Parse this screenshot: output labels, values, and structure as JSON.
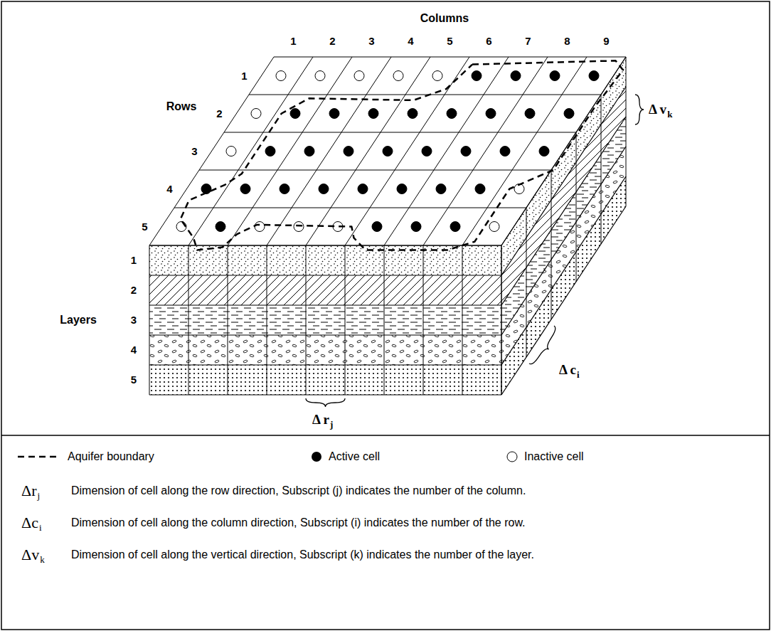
{
  "diagram": {
    "labels": [
      "Columns",
      "1",
      "2",
      "3",
      "4",
      "5",
      "6",
      "7",
      "8",
      "9",
      "Rows",
      "1",
      "2",
      "3",
      "4",
      "5",
      "Layers",
      "1",
      "2",
      "3",
      "4",
      "5",
      "Δ v",
      "k",
      "Δ c",
      "i",
      "Δ r",
      "j",
      "Δr",
      "j",
      "Dimension of cell along the row direction, Subscript (j) indicates the number of the column.",
      "Δc",
      "i",
      "Dimension of cell along the column direction, Subscript (i) indicates the number of the row.",
      "Δv",
      "k",
      "Dimension of cell along the vertical direction, Subscript (k) indicates the number of the layer."
    ],
    "legend": [
      {
        "text": "Aquifer boundary"
      },
      {
        "text": "Active cell"
      },
      {
        "text": "Inactive cell"
      }
    ]
  }
}
